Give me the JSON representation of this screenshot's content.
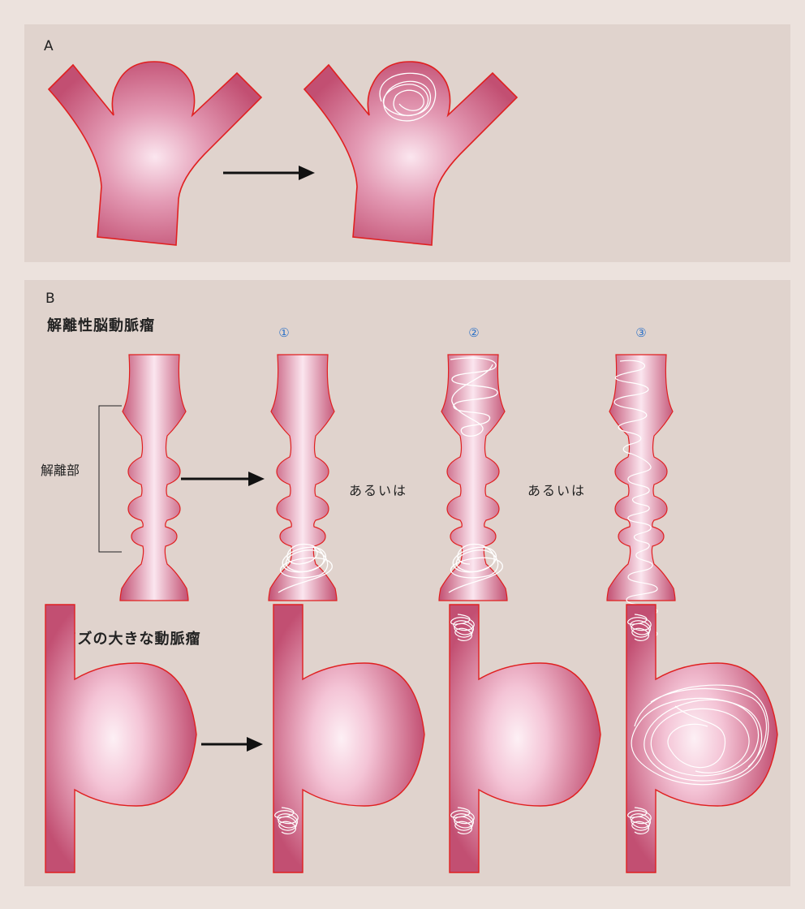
{
  "panel_a": {
    "label": "A"
  },
  "panel_b": {
    "label": "B",
    "dissecting_title": "解離性脳動脈瘤",
    "dissection_label": "解離部",
    "or_text": "あるいは",
    "steps": [
      "①",
      "②",
      "③"
    ],
    "large_title": "サイズの大きな動脈瘤"
  },
  "colors": {
    "background": "#ece2dd",
    "panel": "#e0d3cd",
    "vessel_dark": "#c24f72",
    "vessel_light": "#fbe6ef",
    "vessel_outline": "#e02020",
    "coil": "#ffffff",
    "arrow": "#111111",
    "step_number": "#2f73c8"
  },
  "icons": [
    "vessel-shape",
    "coil-scribble",
    "right-arrow"
  ]
}
